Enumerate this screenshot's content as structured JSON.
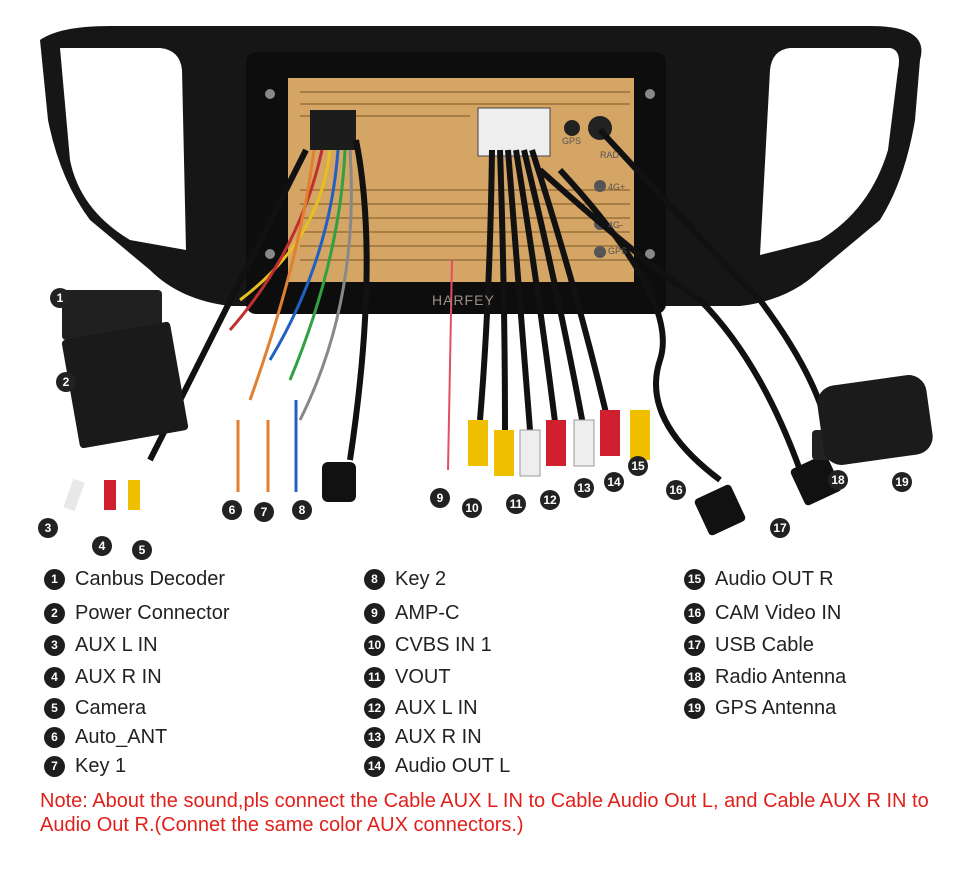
{
  "photo": {
    "watermark": "HARFEY",
    "panel_labels": [
      "GPS",
      "RAD",
      "4G+",
      "4G-",
      "GPS"
    ]
  },
  "callouts": [
    "1",
    "2",
    "3",
    "4",
    "5",
    "6",
    "7",
    "8",
    "9",
    "10",
    "11",
    "12",
    "13",
    "14",
    "15",
    "16",
    "17",
    "18",
    "19"
  ],
  "legend": {
    "col1": [
      {
        "num": "1",
        "label": "Canbus Decoder"
      },
      {
        "num": "2",
        "label": "Power Connector"
      },
      {
        "num": "3",
        "label": "AUX L IN"
      },
      {
        "num": "4",
        "label": "AUX R IN"
      },
      {
        "num": "5",
        "label": "Camera"
      },
      {
        "num": "6",
        "label": "Auto_ANT"
      },
      {
        "num": "7",
        "label": "Key 1"
      }
    ],
    "col2": [
      {
        "num": "8",
        "label": "Key 2"
      },
      {
        "num": "9",
        "label": "AMP-C"
      },
      {
        "num": "10",
        "label": "CVBS IN 1"
      },
      {
        "num": "11",
        "label": "VOUT"
      },
      {
        "num": "12",
        "label": "AUX L IN"
      },
      {
        "num": "13",
        "label": "AUX R IN"
      },
      {
        "num": "14",
        "label": "Audio OUT L"
      }
    ],
    "col3": [
      {
        "num": "15",
        "label": "Audio OUT R"
      },
      {
        "num": "16",
        "label": "CAM Video IN"
      },
      {
        "num": "17",
        "label": "USB Cable"
      },
      {
        "num": "18",
        "label": "Radio Antenna"
      },
      {
        "num": "19",
        "label": "GPS Antenna"
      }
    ]
  },
  "note": "Note: About the sound,pls connect the Cable AUX L IN to Cable Audio Out L, and Cable AUX R IN to  Audio Out R.(Connet the same color AUX connectors.)",
  "colors": {
    "note": "#e0201b",
    "badge": "#1e1e1e",
    "panel": "#d6a86a",
    "frame": "#1a1a1a"
  }
}
